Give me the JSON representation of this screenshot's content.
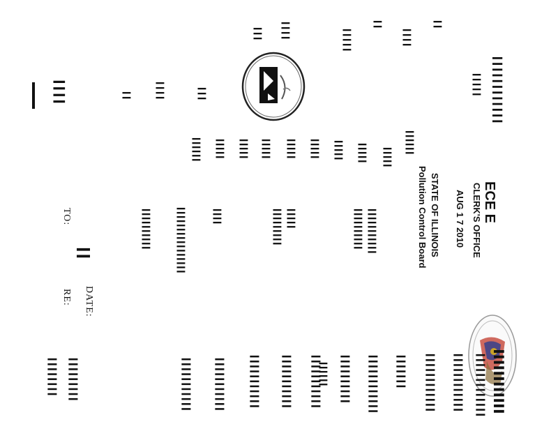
{
  "stamp": {
    "received": "ECE   E",
    "office": "CLERK'S OFFICE",
    "date": "AUG 1 7 2010",
    "state": "STATE OF ILLINOIS",
    "board": "Pollution Control Board"
  },
  "memo": {
    "date_label": "DATE:",
    "to_label": "TO:",
    "re_label": "RE:"
  },
  "colors": {
    "ink": "#111111",
    "seal_red": "#c0392b",
    "seal_blue": "#2c3e8f",
    "seal_gold": "#c9a227"
  }
}
